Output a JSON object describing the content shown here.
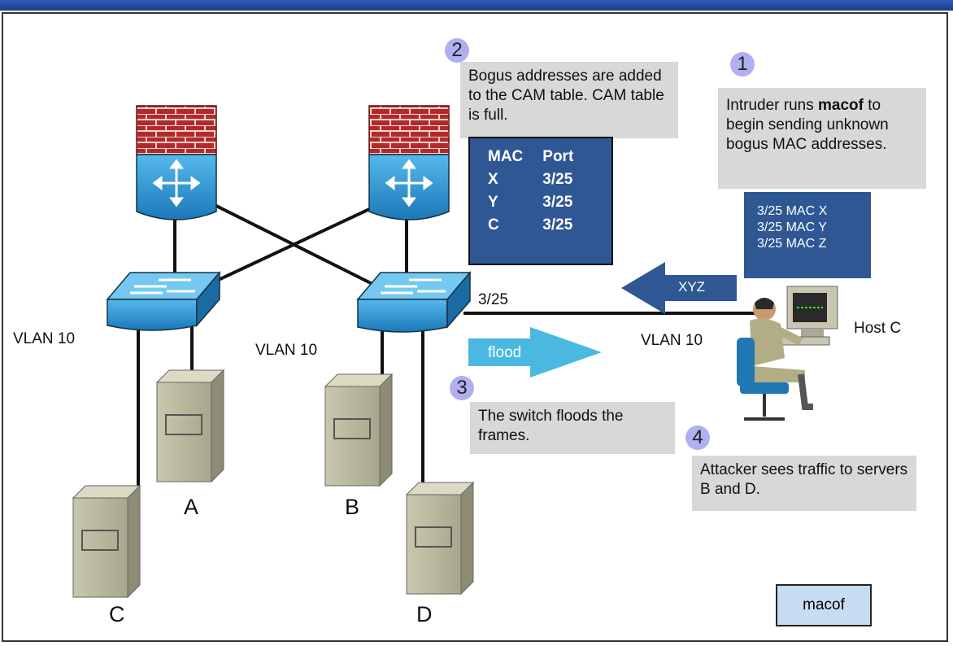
{
  "labels": {
    "vlan_left": "VLAN 10",
    "vlan_mid": "VLAN 10",
    "vlan_right": "VLAN 10",
    "port": "3/25",
    "host_c": "Host C",
    "server_a": "A",
    "server_b": "B",
    "server_c": "C",
    "server_d": "D",
    "flood": "flood",
    "xyz": "XYZ"
  },
  "steps": [
    {
      "num": "1",
      "text_pre": "Intruder runs ",
      "text_bold": "macof",
      "text_post": " to begin sending unknown bogus MAC addresses."
    },
    {
      "num": "2",
      "text": "Bogus addresses are added to the CAM table. CAM table is full."
    },
    {
      "num": "3",
      "text": "The switch floods the frames."
    },
    {
      "num": "4",
      "text": "Attacker sees traffic to servers B and D."
    }
  ],
  "cam_table": {
    "headers": [
      "MAC",
      "Port"
    ],
    "rows": [
      [
        "X",
        "3/25"
      ],
      [
        "Y",
        "3/25"
      ],
      [
        "C",
        "3/25"
      ]
    ]
  },
  "mac_box": [
    "3/25 MAC X",
    "3/25 MAC Y",
    "3/25 MAC Z"
  ],
  "button": {
    "label": "macof"
  },
  "colors": {
    "switch": "#2c8fd0",
    "firewall_brick": "#b22a2a",
    "cam_bg": "#2f5794",
    "arrow_flood": "#4ab8e0",
    "arrow_xyz": "#2f5794",
    "note_bg": "#d8d8d8",
    "badge": "#b0b0f0"
  }
}
